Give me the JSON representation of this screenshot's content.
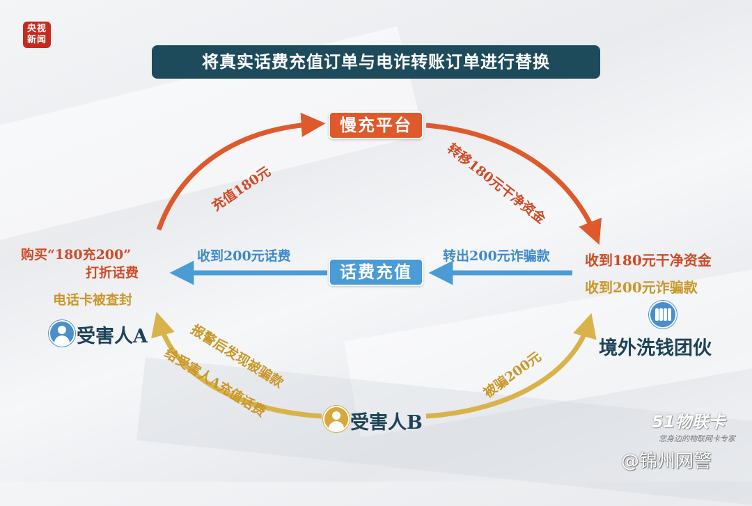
{
  "logo": {
    "line1": "央视",
    "line2": "新闻"
  },
  "title": "将真实话费充值订单与电诈转账订单进行替换",
  "nodes": {
    "platform": "慢充平台",
    "recharge": "话费充值",
    "victim_a": "受害人A",
    "victim_b": "受害人B",
    "gang": "境外洗钱团伙"
  },
  "labels": {
    "charge_180": "充值180元",
    "transfer_180": "转移180元干净资金",
    "buy_line1": "购买“180充200”",
    "buy_line2": "打折话费",
    "receive_fee": "收到200元话费",
    "transfer_out": "转出200元诈骗款",
    "gang_receive_clean": "收到180元干净资金",
    "gang_receive_fraud": "收到200元诈骗款",
    "card_sealed": "电话卡被查封",
    "report_found": "报警后发现被骗款",
    "recharge_for_a": "给受害人A充值话费",
    "scammed_200": "被骗200元"
  },
  "colors": {
    "orange": "#de5a2c",
    "blue": "#4a9bd6",
    "gold": "#d9b24a",
    "navy": "#1e4b5c"
  },
  "icons": {
    "victim_a": "person-icon",
    "victim_b": "person-icon",
    "gang": "group-icon"
  },
  "watermark": {
    "logo": "51物联卡",
    "sub": "您身边的物联网卡专家",
    "weibo": "@锦州网警"
  }
}
